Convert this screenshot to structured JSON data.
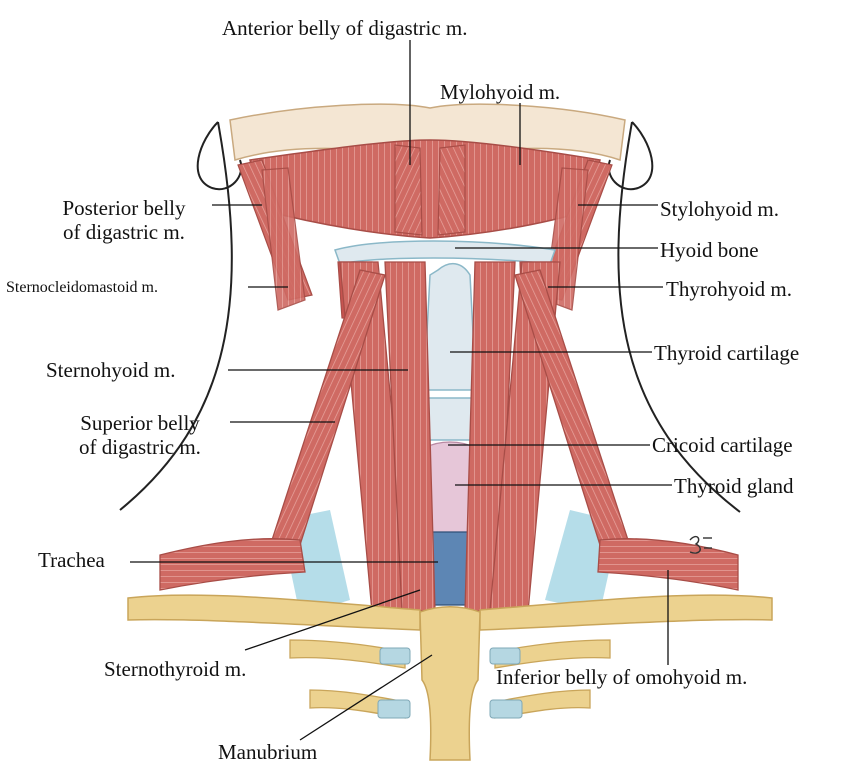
{
  "colors": {
    "muscle": "#cf6a63",
    "muscle_dark": "#a84d47",
    "muscle_stripe": "#e9a6a0",
    "cartilage": "#dfe9ef",
    "thyroid_gland": "#e6c6d8",
    "bone": "#ecd28f",
    "bone_dark": "#c9a55a",
    "fascia": "#a8d7e5",
    "skin_line": "#222222",
    "leader": "#111111"
  },
  "labels": {
    "anterior_belly_digastric": "Anterior belly of digastric m.",
    "mylohyoid": "Mylohyoid m.",
    "posterior_belly_digastric": [
      "Posterior belly",
      "of digastric m."
    ],
    "stylohyoid": "Stylohyoid m.",
    "hyoid_bone": "Hyoid bone",
    "sternocleidomastoid": "Sternocleidomastoid m.",
    "thyrohyoid": "Thyrohyoid m.",
    "sternohyoid": "Sternohyoid m.",
    "thyroid_cartilage": "Thyroid cartilage",
    "superior_belly_digastric": [
      "Superior belly",
      "of digastric m."
    ],
    "cricoid_cartilage": "Cricoid cartilage",
    "thyroid_gland": "Thyroid gland",
    "trachea": "Trachea",
    "sternothyroid": "Sternothyroid m.",
    "inferior_belly_omohyoid": "Inferior belly of omohyoid m.",
    "manubrium": "Manubrium"
  },
  "signature": "3"
}
